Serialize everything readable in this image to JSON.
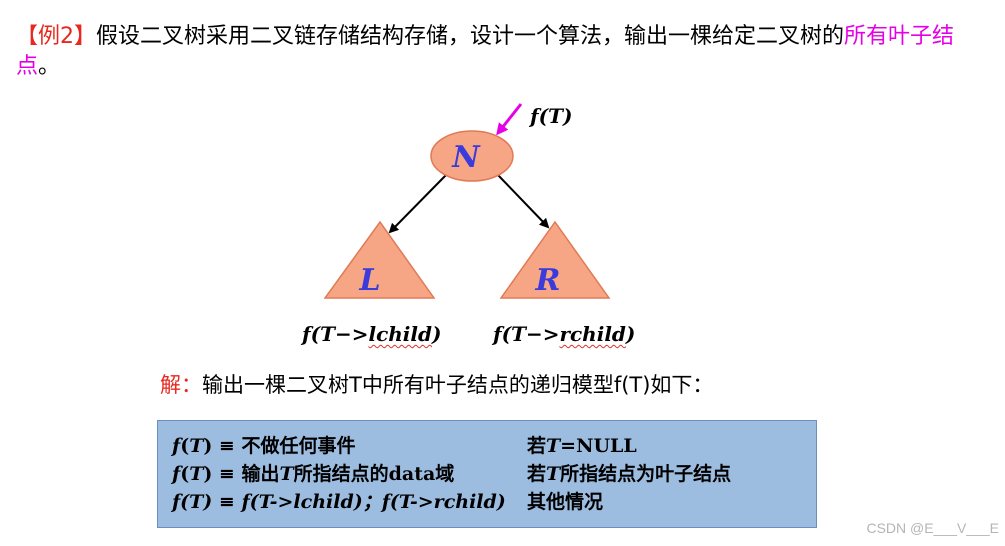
{
  "problem": {
    "tag": "【例2】",
    "text": "假设二叉树采用二叉链存储结构存储，设计一个算法，输出一棵给定二叉树的",
    "highlight": "所有叶子结点",
    "end": "。"
  },
  "diagram": {
    "root_label": "N",
    "left_label": "L",
    "right_label": "R",
    "pointer_label": "f(T)",
    "left_caption": {
      "prefix": "f(T",
      "arrow": "−>",
      "field": "lchild",
      "suffix": ")"
    },
    "right_caption": {
      "prefix": "f(T",
      "arrow": "−>",
      "field": "rchild",
      "suffix": ")"
    },
    "colors": {
      "node_fill": "#f6a585",
      "node_stroke": "#e07a55",
      "label": "#3b3bdc",
      "pointer_arrow": "#e600e6",
      "edge": "#000000"
    }
  },
  "solution": {
    "label": "解：",
    "text": "输出一棵二叉树T中所有叶子结点的递归模型f(T)如下："
  },
  "model": {
    "rows": [
      {
        "expr_fn": "f",
        "expr_arg": "T",
        "expr_rest": ") ≡ 不做任何事件",
        "cond_pre": "若",
        "cond_var": "T",
        "cond_rest": "=NULL"
      },
      {
        "expr_fn": "f",
        "expr_arg": "T",
        "expr_rest": ") ≡ 输出",
        "expr_var": "T",
        "expr_tail": "所指结点的data域",
        "cond_pre": "若",
        "cond_var": "T",
        "cond_rest": "所指结点为叶子结点"
      },
      {
        "expr_full_1": "f(T) ≡ f(T->lchild)；",
        "expr_full_2": "f(T->rchild)",
        "cond_rest": "其他情况"
      }
    ]
  },
  "watermark": "CSDN @E___V___E"
}
